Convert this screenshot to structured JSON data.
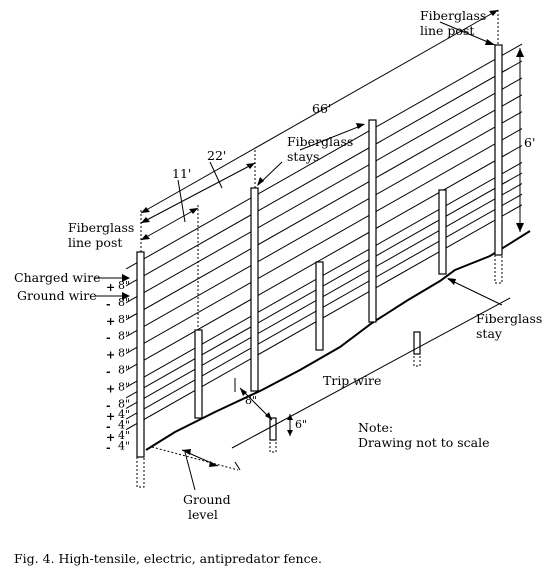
{
  "labels": {
    "line_post_top_1": "Fiberglass",
    "line_post_top_2": "line post",
    "line_post_left_1": "Fiberglass",
    "line_post_left_2": "line post",
    "stays_1": "Fiberglass",
    "stays_2": "stays",
    "stay_right_1": "Fiberglass",
    "stay_right_2": "stay",
    "charged_wire": "Charged wire",
    "ground_wire": "Ground wire",
    "trip_wire": "Trip wire",
    "ground_level_1": "Ground",
    "ground_level_2": "level",
    "note_1": "Note:",
    "note_2": "Drawing not to scale"
  },
  "dimensions": {
    "d66": "66'",
    "d22": "22'",
    "d11": "11'",
    "d6": "6'",
    "trip_offset": "8\"",
    "trip_height": "6\""
  },
  "wire_rows": [
    {
      "sign": "+",
      "spacing": "8\""
    },
    {
      "sign": "-",
      "spacing": "8\""
    },
    {
      "sign": "+",
      "spacing": "8\""
    },
    {
      "sign": "-",
      "spacing": "8\""
    },
    {
      "sign": "+",
      "spacing": "8\""
    },
    {
      "sign": "-",
      "spacing": "8\""
    },
    {
      "sign": "+",
      "spacing": "8\""
    },
    {
      "sign": "-",
      "spacing": "8\""
    },
    {
      "sign": "+",
      "spacing": "4\""
    },
    {
      "sign": "-",
      "spacing": "4\""
    },
    {
      "sign": "+",
      "spacing": "4\""
    },
    {
      "sign": "-",
      "spacing": "4\""
    }
  ],
  "caption": "Fig. 4. High-tensile, electric, antipredator fence."
}
